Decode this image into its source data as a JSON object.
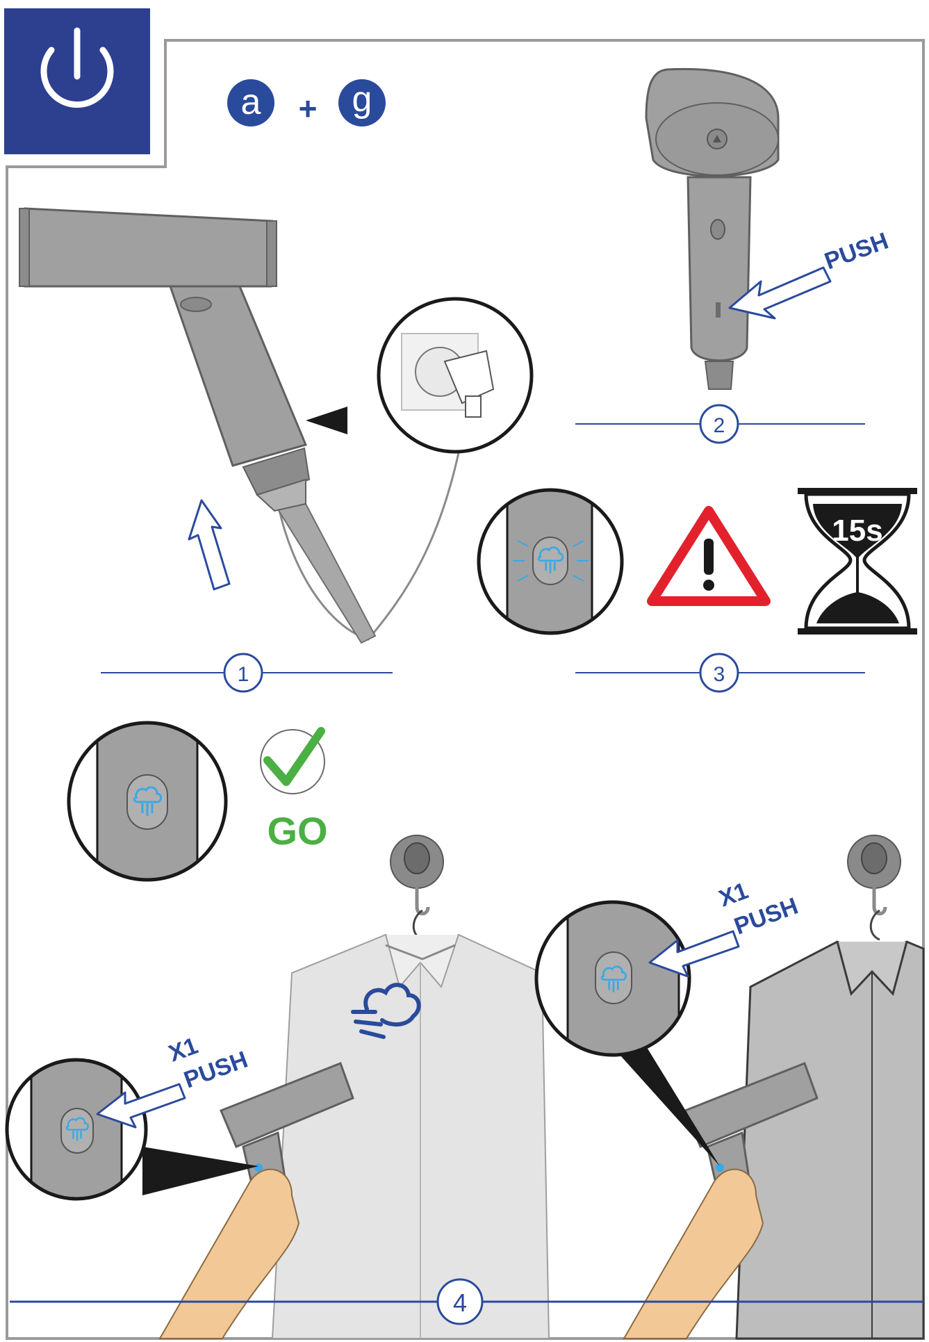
{
  "colors": {
    "navy": "#2d3f8f",
    "brand_blue": "#2a4a9c",
    "light_blue": "#39a9e6",
    "device_gray": "#9a9a9a",
    "device_dark": "#7c7c7c",
    "shirt_gray": "#e4e4e4",
    "go_green": "#4bb043",
    "warn_red": "#e3212c",
    "skin": "#f2c896",
    "frame_gray": "#9a9a9a"
  },
  "header": {
    "power_icon": "power-icon",
    "accessory_a": "a",
    "plus": "+",
    "accessory_g": "g"
  },
  "steps": {
    "step1": "1",
    "step2": "2",
    "step3": "3",
    "step4": "4"
  },
  "labels": {
    "push": "PUSH",
    "x1": "X1",
    "timer": "15s",
    "go": "GO"
  },
  "icons": {
    "plug": "wall-socket-plug-icon",
    "warning": "warning-triangle-icon",
    "hourglass": "hourglass-icon",
    "check": "checkmark-icon",
    "steam_button": "steam-button-icon",
    "steam_cloud": "steam-cloud-icon",
    "arrow_up": "arrow-up-icon",
    "arrow_push": "push-arrow-icon"
  }
}
